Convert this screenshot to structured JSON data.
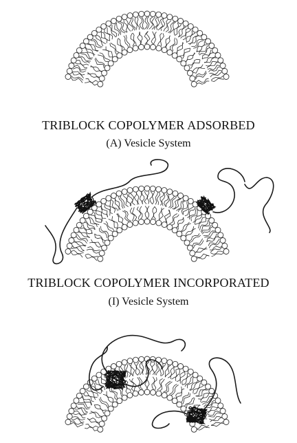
{
  "figure": {
    "captions": {
      "adsorbed_title": "TRIBLOCK COPOLYMER ADSORBED",
      "adsorbed_subtitle": "(A) Vesicle System",
      "incorporated_title": "TRIBLOCK COPOLYMER INCORPORATED",
      "incorporated_subtitle": "(I) Vesicle System"
    },
    "colors": {
      "head_fill": "#ffffff",
      "head_stroke": "#333333",
      "tail_stroke": "#2a2a2a",
      "polymer_stroke": "#1a1a1a",
      "hydrophobic_block": "#111111"
    }
  }
}
